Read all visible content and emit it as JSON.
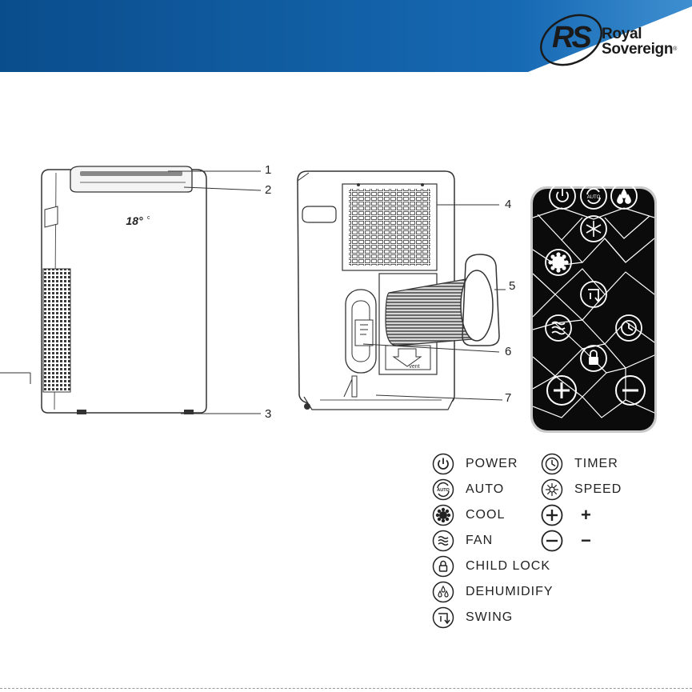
{
  "brand": {
    "logo_letters": "RS",
    "name_line1": "Royal",
    "name_line2": "Sovereign",
    "trademark": "®",
    "banner_color_dark": "#0a4d8c",
    "banner_color_light": "#3e8fd1"
  },
  "unit_display": "18°",
  "unit_display_unit": "c",
  "callouts": [
    "1",
    "2",
    "3",
    "4",
    "5",
    "6",
    "7"
  ],
  "vent_label": "vent",
  "remote": {
    "auto_label": "AUTO"
  },
  "legend": {
    "left": [
      {
        "icon": "power-icon",
        "label": "POWER"
      },
      {
        "icon": "auto-icon",
        "label": "AUTO"
      },
      {
        "icon": "cool-icon",
        "label": "COOL"
      },
      {
        "icon": "fan-icon",
        "label": "FAN"
      },
      {
        "icon": "child-lock-icon",
        "label": "CHILD LOCK"
      },
      {
        "icon": "dehumidify-icon",
        "label": "DEHUMIDIFY"
      },
      {
        "icon": "swing-icon",
        "label": "SWING"
      }
    ],
    "right": [
      {
        "icon": "timer-icon",
        "label": "TIMER"
      },
      {
        "icon": "speed-icon",
        "label": "SPEED"
      },
      {
        "icon": "plus-icon",
        "label": "+"
      },
      {
        "icon": "minus-icon",
        "label": "−"
      }
    ]
  }
}
